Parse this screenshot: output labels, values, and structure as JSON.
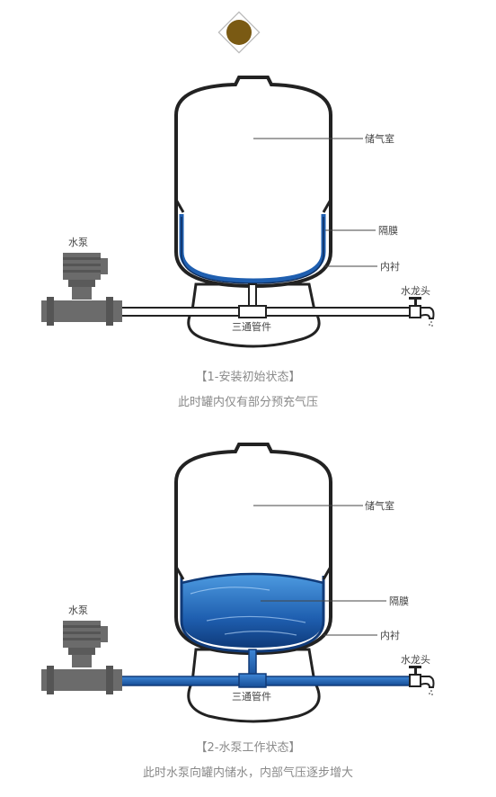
{
  "diagram1": {
    "labels": {
      "chamber": "储气室",
      "diaphragm": "隔膜",
      "liner": "内衬",
      "pump": "水泵",
      "faucet": "水龙头",
      "tee": "三通管件"
    },
    "caption": "【1-安装初始状态】",
    "subcaption": "此时罐内仅有部分预充气压"
  },
  "diagram2": {
    "labels": {
      "chamber": "储气室",
      "diaphragm": "隔膜",
      "liner": "内衬",
      "pump": "水泵",
      "faucet": "水龙头",
      "tee": "三通管件"
    },
    "caption": "【2-水泵工作状态】",
    "subcaption": "此时水泵向罐内储水，内部气压逐步增大"
  },
  "colors": {
    "outline": "#222222",
    "gold": "#7a5a13",
    "pump_gray": "#6b6b6b",
    "water_blue": "#2a6fbf",
    "water_dark": "#103a78",
    "caption": "#8a8a8a"
  }
}
